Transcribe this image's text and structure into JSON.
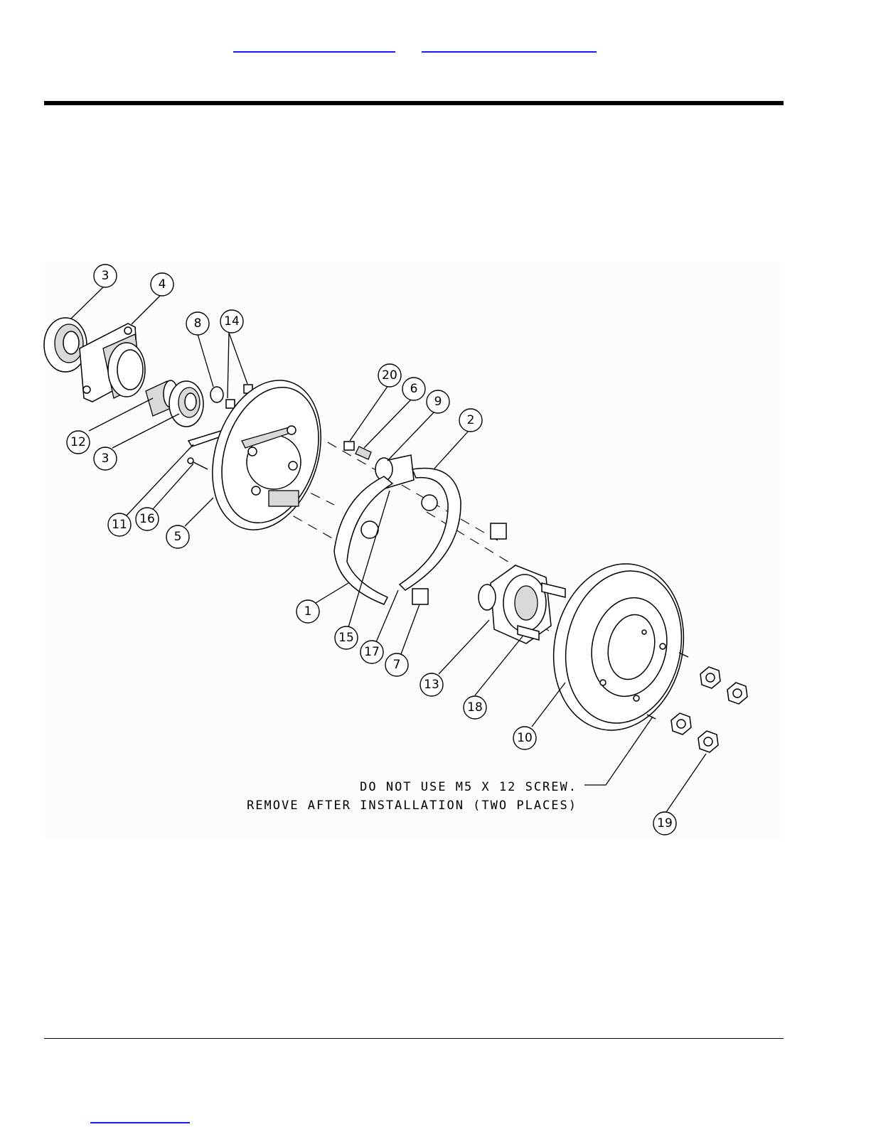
{
  "header": {
    "link_1": "",
    "link_2": ""
  },
  "footer": {
    "link": ""
  },
  "diagram": {
    "callouts": [
      "3",
      "4",
      "8",
      "14",
      "12",
      "3",
      "20",
      "6",
      "9",
      "2",
      "11",
      "16",
      "5",
      "1",
      "15",
      "17",
      "7",
      "13",
      "18",
      "10",
      "19"
    ],
    "note_line_1": "DO NOT USE M5 X 12 SCREW.",
    "note_line_2": "REMOVE AFTER INSTALLATION (TWO PLACES)"
  }
}
